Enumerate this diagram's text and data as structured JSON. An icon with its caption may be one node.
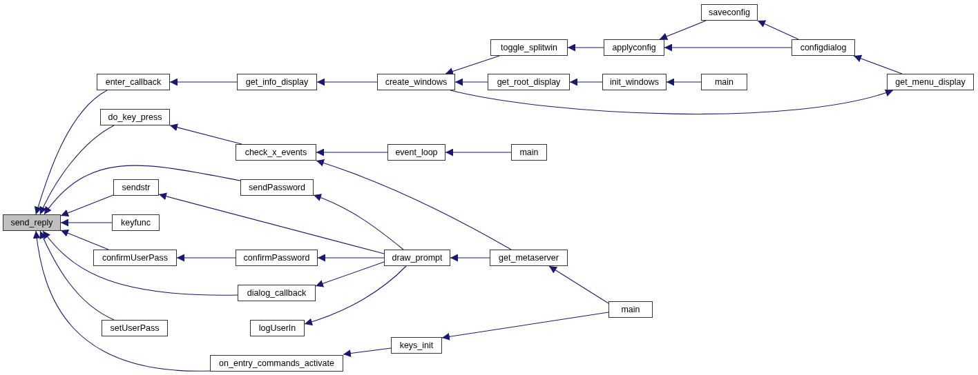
{
  "diagram": {
    "nodes": [
      {
        "text": [
          "send_reply"
        ]
      },
      {
        "text": [
          "enter_callback"
        ]
      },
      {
        "text": [
          "do_key_press"
        ]
      },
      {
        "text": [
          "sendstr"
        ]
      },
      {
        "text": [
          "keyfunc"
        ]
      },
      {
        "text": [
          "confirmUserPass"
        ]
      },
      {
        "text": [
          "setUserPass"
        ]
      },
      {
        "text": [
          "on_entry_commands_activate"
        ]
      },
      {
        "text": [
          "get_info_display"
        ]
      },
      {
        "text": [
          "check_x_events"
        ]
      },
      {
        "text": [
          "sendPassword"
        ]
      },
      {
        "text": [
          "confirmPassword"
        ]
      },
      {
        "text": [
          "dialog_callback"
        ]
      },
      {
        "text": [
          "logUserIn"
        ]
      },
      {
        "text": [
          "create_windows"
        ]
      },
      {
        "text": [
          "event_loop"
        ]
      },
      {
        "text": [
          "draw_prompt"
        ]
      },
      {
        "text": [
          "keys_init"
        ]
      },
      {
        "text": [
          "toggle_splitwin"
        ]
      },
      {
        "text": [
          "get_root_display"
        ]
      },
      {
        "text": [
          "get_metaserver"
        ]
      },
      {
        "text": [
          "main"
        ]
      },
      {
        "text": [
          "applyconfig"
        ]
      },
      {
        "text": [
          "init_windows"
        ]
      },
      {
        "text": [
          "main"
        ]
      },
      {
        "text": [
          "main"
        ]
      },
      {
        "text": [
          "saveconfig"
        ]
      },
      {
        "text": [
          "configdialog"
        ]
      },
      {
        "text": [
          "get_menu_display"
        ]
      }
    ],
    "edges": [
      {
        "from": 1,
        "to": 0,
        "arrow": "to"
      },
      {
        "from": 2,
        "to": 0,
        "arrow": "to"
      },
      {
        "from": 10,
        "to": 0,
        "arrow": "to"
      },
      {
        "from": 3,
        "to": 0,
        "arrow": "to"
      },
      {
        "from": 4,
        "to": 0,
        "arrow": "to"
      },
      {
        "from": 5,
        "to": 0,
        "arrow": "to"
      },
      {
        "from": 12,
        "to": 0,
        "arrow": "to"
      },
      {
        "from": 6,
        "to": 0,
        "arrow": "to"
      },
      {
        "from": 7,
        "to": 0,
        "arrow": "to"
      },
      {
        "from": 8,
        "to": 1,
        "arrow": "to"
      },
      {
        "from": 9,
        "to": 2,
        "arrow": "to"
      },
      {
        "from": 16,
        "to": 3,
        "arrow": "to"
      },
      {
        "from": 11,
        "to": 5,
        "arrow": "to"
      },
      {
        "from": 16,
        "to": 10,
        "arrow": "to"
      },
      {
        "from": 16,
        "to": 12,
        "arrow": "to"
      },
      {
        "from": 16,
        "to": 13,
        "arrow": "to"
      },
      {
        "from": 16,
        "to": 11,
        "arrow": "to"
      },
      {
        "from": 17,
        "to": 7,
        "arrow": "to"
      },
      {
        "from": 14,
        "to": 8,
        "arrow": "to"
      },
      {
        "from": 15,
        "to": 9,
        "arrow": "to"
      },
      {
        "from": 20,
        "to": 9,
        "arrow": "to"
      },
      {
        "from": 20,
        "to": 16,
        "arrow": "to"
      },
      {
        "from": 18,
        "to": 14,
        "arrow": "to"
      },
      {
        "from": 19,
        "to": 14,
        "arrow": "to"
      },
      {
        "from": 14,
        "to": 28,
        "arrow": "to"
      },
      {
        "from": 21,
        "to": 15,
        "arrow": "to"
      },
      {
        "from": 22,
        "to": 18,
        "arrow": "to"
      },
      {
        "from": 23,
        "to": 19,
        "arrow": "to"
      },
      {
        "from": 24,
        "to": 23,
        "arrow": "to"
      },
      {
        "from": 25,
        "to": 20,
        "arrow": "to"
      },
      {
        "from": 25,
        "to": 17,
        "arrow": "to"
      },
      {
        "from": 26,
        "to": 22,
        "arrow": "to"
      },
      {
        "from": 27,
        "to": 22,
        "arrow": "to"
      },
      {
        "from": 27,
        "to": 26,
        "arrow": "to"
      },
      {
        "from": 28,
        "to": 27,
        "arrow": "to"
      }
    ]
  }
}
